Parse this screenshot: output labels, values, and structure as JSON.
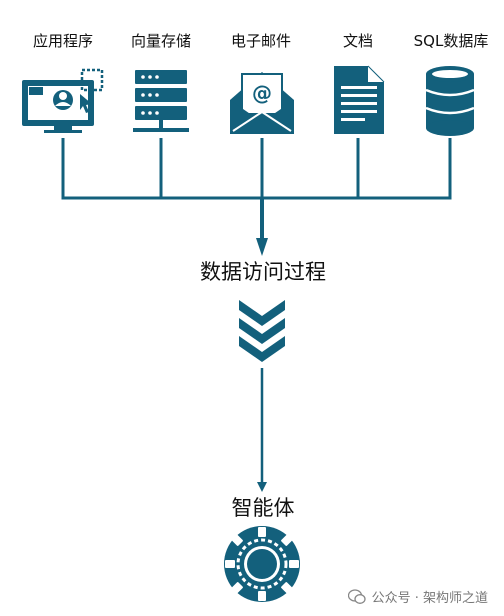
{
  "sources": [
    {
      "label": "应用程序",
      "icon": "application-monitor-icon"
    },
    {
      "label": "向量存储",
      "icon": "vector-storage-server-icon"
    },
    {
      "label": "电子邮件",
      "icon": "email-envelope-icon"
    },
    {
      "label": "文档",
      "icon": "document-icon"
    },
    {
      "label": "SQL数据库",
      "icon": "sql-database-icon"
    }
  ],
  "process_label": "数据访问过程",
  "target_label": "智能体",
  "watermark": "公众号 · 架构师之道",
  "colors": {
    "primary": "#13607c",
    "text": "#111111",
    "watermark": "#777777"
  }
}
